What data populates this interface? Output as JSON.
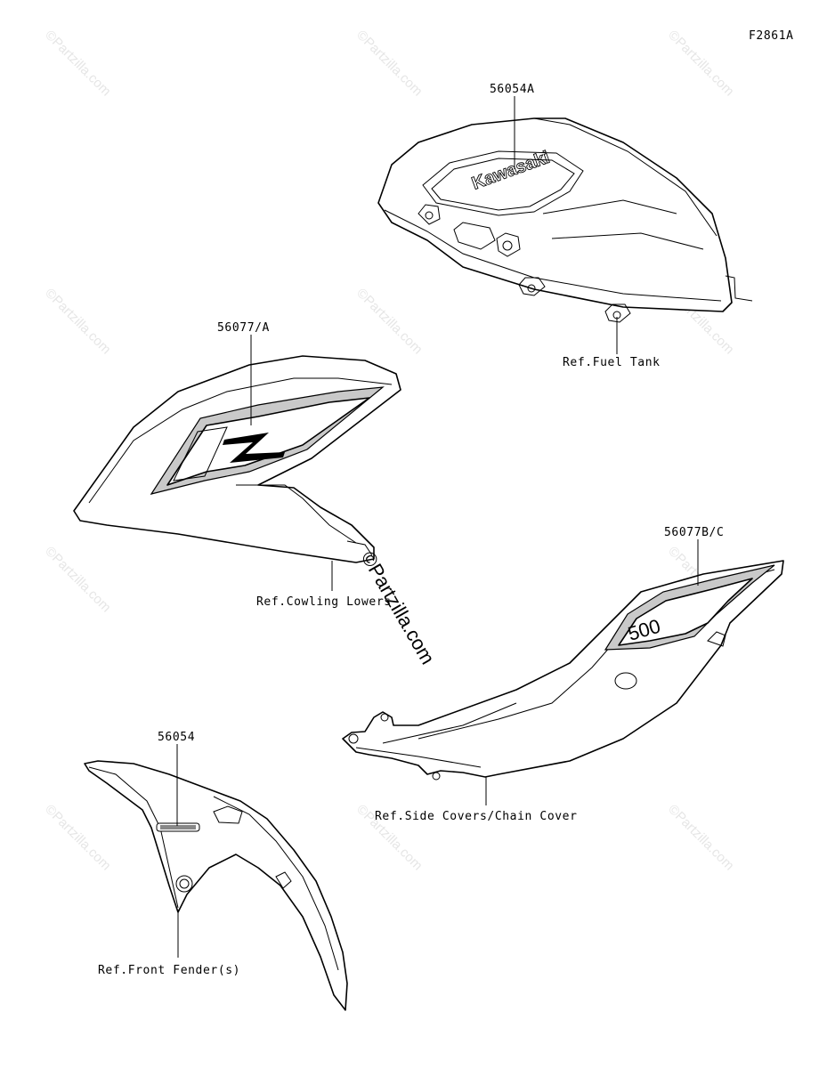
{
  "figure_code": "F2861A",
  "watermark": "©Partzilla.com",
  "labels": {
    "tank_part": "56054A",
    "tank_ref": "Ref.Fuel Tank",
    "cowl_part": "56077/A",
    "cowl_ref": "Ref.Cowling Lowers",
    "side_part": "56077B/C",
    "side_ref": "Ref.Side Covers/Chain Cover",
    "fender_part": "56054",
    "fender_ref": "Ref.Front Fender(s)"
  },
  "decals": {
    "tank_logo": "Kawasaki",
    "side_logo": "500"
  }
}
